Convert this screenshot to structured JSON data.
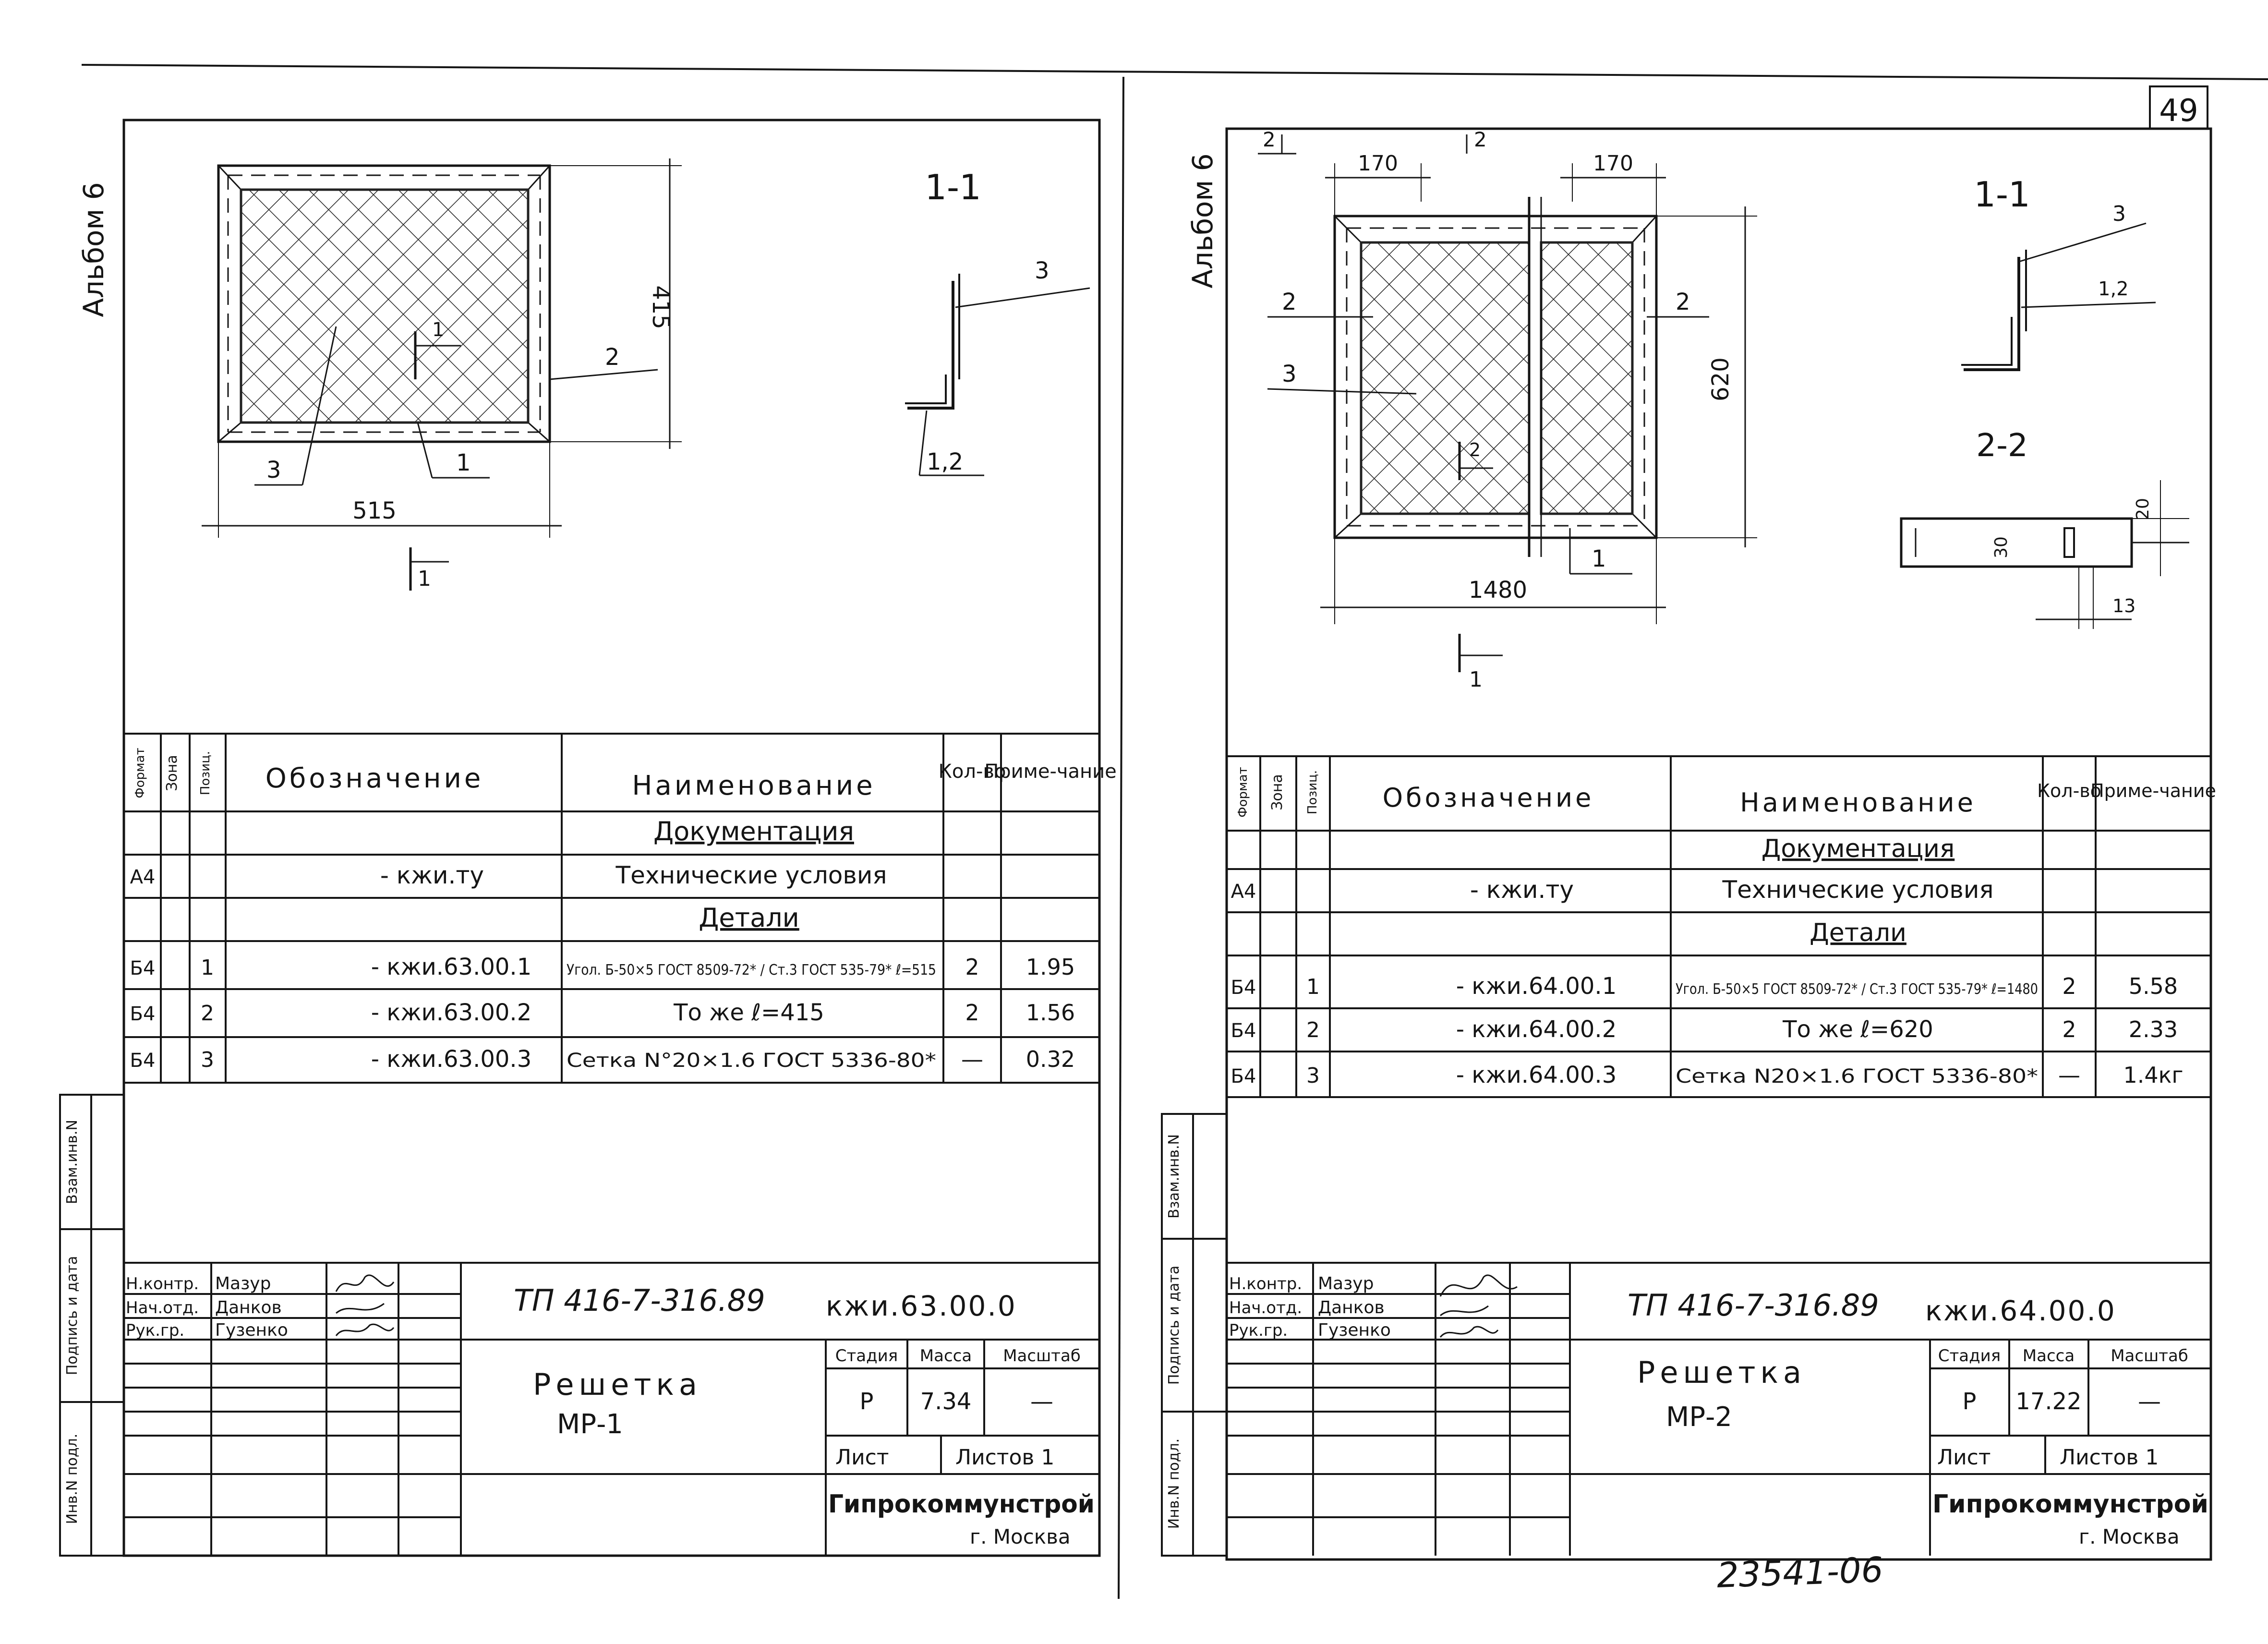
{
  "page_number": "49",
  "bottom_stamp": "23541-06",
  "sheets": [
    {
      "album": "Альбом 6",
      "side_stamp": [
        "Инв.N подл.",
        "Подпись и дата",
        "Взам.инв.N"
      ],
      "drawing": {
        "dim_width": "515",
        "dim_height": "415",
        "section_title": "1-1",
        "section_mark": "1",
        "callouts": {
          "c1": "1",
          "c2": "2",
          "c3": "3",
          "c12": "1,2"
        }
      },
      "spec_headers": {
        "format": "Формат",
        "zone": "Зона",
        "pos": "Позиц.",
        "designation": "Обозначение",
        "name": "Наименование",
        "qty": "Кол-во",
        "note": "Приме-чание"
      },
      "spec_rows": [
        {
          "format": "",
          "pos": "",
          "designation": "",
          "name": "Документация",
          "qty": "",
          "note": ""
        },
        {
          "format": "А4",
          "pos": "",
          "designation": "- кжи.ту",
          "name": "Технические условия",
          "qty": "",
          "note": ""
        },
        {
          "format": "",
          "pos": "",
          "designation": "",
          "name": "Детали",
          "qty": "",
          "note": ""
        },
        {
          "format": "Б4",
          "pos": "1",
          "designation": "- кжи.63.00.1",
          "name": "Угол. Б-50×5 ГОСТ 8509-72* / Ст.3 ГОСТ 535-79*  ℓ=515",
          "qty": "2",
          "note": "1.95"
        },
        {
          "format": "Б4",
          "pos": "2",
          "designation": "- кжи.63.00.2",
          "name": "То же   ℓ=415",
          "qty": "2",
          "note": "1.56"
        },
        {
          "format": "Б4",
          "pos": "3",
          "designation": "- кжи.63.00.3",
          "name": "Сетка N°20×1.6 ГОСТ 5336-80*",
          "qty": "—",
          "note": "0.32"
        }
      ],
      "title_block": {
        "roles": [
          "Н.контр.",
          "Нач.отд.",
          "Рук.гр."
        ],
        "names": [
          "Мазур",
          "Данков",
          "Гузенко"
        ],
        "doc_number": "ТП 416-7-316.89",
        "doc_code": "кжи.63.00.0",
        "item_name": "Решетка",
        "item_mark": "МР-1",
        "stage_label": "Стадия",
        "mass_label": "Масса",
        "scale_label": "Масштаб",
        "stage": "Р",
        "mass": "7.34",
        "scale": "—",
        "sheet_label": "Лист",
        "sheets_label": "Листов 1",
        "org": "Гипрокоммунстрой",
        "city": "г. Москва"
      }
    },
    {
      "album": "Альбом 6",
      "side_stamp": [
        "Инв.N подл.",
        "Подпись и дата",
        "Взам.инв.N"
      ],
      "drawing": {
        "dim_width": "1480",
        "dim_height": "620",
        "dim_left": "170",
        "dim_right": "170",
        "gap_left": "2",
        "gap_right": "2",
        "section_title": "1-1",
        "section_title_2": "2-2",
        "section_mark": "1",
        "section_mark_2": "2",
        "dim_20": "20",
        "dim_30": "30",
        "dim_13": "13",
        "callouts": {
          "c1": "1",
          "c2a": "2",
          "c2b": "2",
          "c3": "3",
          "c3s": "3",
          "c12": "1,2"
        }
      },
      "spec_headers": {
        "format": "Формат",
        "zone": "Зона",
        "pos": "Позиц.",
        "designation": "Обозначение",
        "name": "Наименование",
        "qty": "Кол-во",
        "note": "Приме-чание"
      },
      "spec_rows": [
        {
          "format": "",
          "pos": "",
          "designation": "",
          "name": "Документация",
          "qty": "",
          "note": ""
        },
        {
          "format": "А4",
          "pos": "",
          "designation": "- кжи.ту",
          "name": "Технические условия",
          "qty": "",
          "note": ""
        },
        {
          "format": "",
          "pos": "",
          "designation": "",
          "name": "Детали",
          "qty": "",
          "note": ""
        },
        {
          "format": "Б4",
          "pos": "1",
          "designation": "- кжи.64.00.1",
          "name": "Угол. Б-50×5 ГОСТ 8509-72* / Ст.3 ГОСТ 535-79*  ℓ=1480",
          "qty": "2",
          "note": "5.58"
        },
        {
          "format": "Б4",
          "pos": "2",
          "designation": "- кжи.64.00.2",
          "name": "То же   ℓ=620",
          "qty": "2",
          "note": "2.33"
        },
        {
          "format": "Б4",
          "pos": "3",
          "designation": "- кжи.64.00.3",
          "name": "Сетка N20×1.6 ГОСТ 5336-80*",
          "qty": "—",
          "note": "1.4кг"
        }
      ],
      "title_block": {
        "roles": [
          "Н.контр.",
          "Нач.отд.",
          "Рук.гр."
        ],
        "names": [
          "Мазур",
          "Данков",
          "Гузенко"
        ],
        "doc_number": "ТП 416-7-316.89",
        "doc_code": "кжи.64.00.0",
        "item_name": "Решетка",
        "item_mark": "МР-2",
        "stage_label": "Стадия",
        "mass_label": "Масса",
        "scale_label": "Масштаб",
        "stage": "Р",
        "mass": "17.22",
        "scale": "—",
        "sheet_label": "Лист",
        "sheets_label": "Листов 1",
        "org": "Гипрокоммунстрой",
        "city": "г. Москва"
      }
    }
  ]
}
